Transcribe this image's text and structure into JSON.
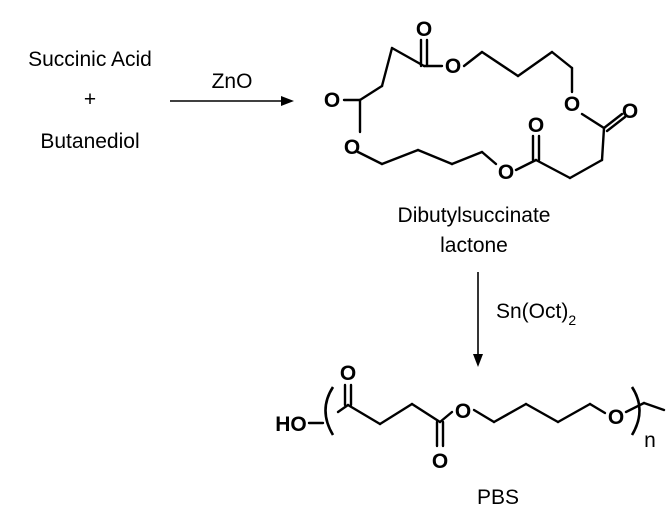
{
  "reactants": {
    "reactant_1": "Succinic Acid",
    "plus": "+",
    "reactant_2": "Butanediol"
  },
  "step_1": {
    "reagent": "ZnO"
  },
  "intermediate": {
    "name_line_1": "Dibutylsuccinate",
    "name_line_2": "lactone",
    "atoms": {
      "oxygen": "O"
    }
  },
  "step_2": {
    "reagent": "Sn(Oct)",
    "reagent_subscript": "2"
  },
  "product": {
    "name": "PBS",
    "end_group": "HO",
    "atoms": {
      "oxygen": "O"
    },
    "repeat_subscript": "n"
  }
}
